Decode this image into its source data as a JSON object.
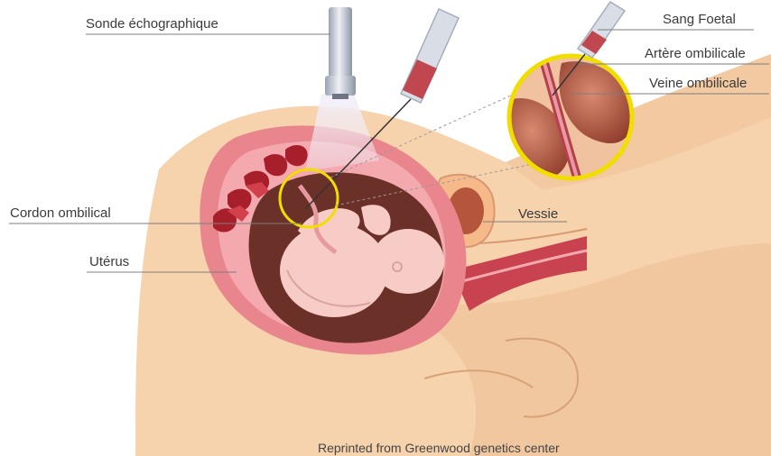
{
  "labels": {
    "probe": "Sonde échographique",
    "fetal_blood": "Sang Foetal",
    "umbilical_artery": "Artère ombilicale",
    "umbilical_vein": "Veine ombilicale",
    "umbilical_cord": "Cordon ombilical",
    "bladder": "Vessie",
    "uterus": "Utérus"
  },
  "credit": "Reprinted from Greenwood genetics center",
  "colors": {
    "skin": "#f6d2ad",
    "skin_shadow": "#e9b88e",
    "uterus_wall": "#e9858c",
    "uterus_inner": "#f3a9ad",
    "amniotic": "#6b3129",
    "fetus": "#f7ccc6",
    "placenta": "#a81f2c",
    "ultrasound_beam": "#ede8f3",
    "magnifier_ring": "#f2dd00",
    "leader": "#7d7d7d"
  }
}
